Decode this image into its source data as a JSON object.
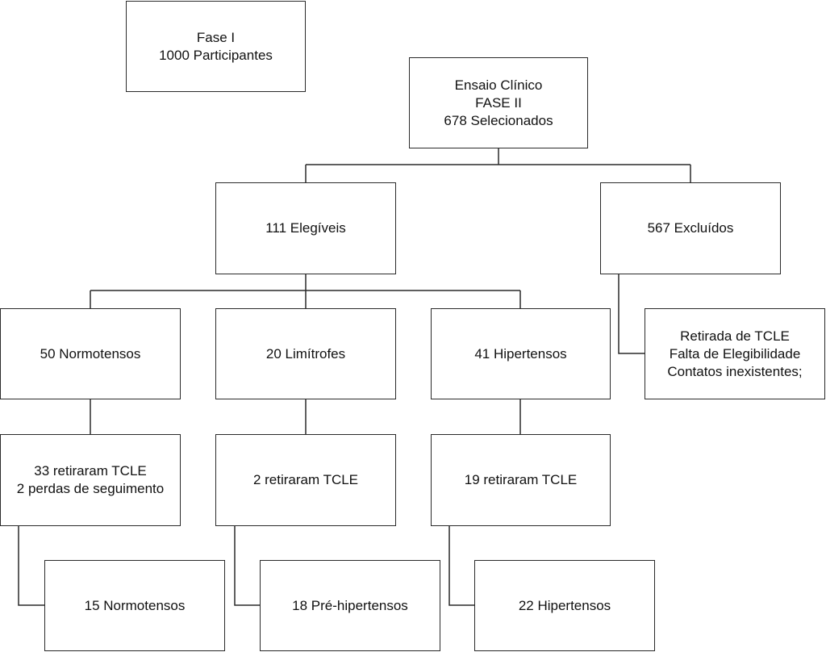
{
  "phase1": {
    "line1": "Fase I",
    "line2": "1000 Participantes"
  },
  "trial": {
    "line1": "Ensaio Clínico",
    "line2": "FASE II",
    "line3": "678 Selecionados"
  },
  "eligible": {
    "label": "111 Elegíveis"
  },
  "excluded": {
    "label": "567 Excluídos"
  },
  "exclusion_reasons": {
    "line1": "Retirada de TCLE",
    "line2": "Falta de Elegibilidade",
    "line3": "Contatos inexistentes;"
  },
  "groups": {
    "normotensive": {
      "label": "50 Normotensos",
      "withdrawals_line1": "33 retiraram TCLE",
      "withdrawals_line2": "2 perdas de seguimento",
      "final": "15 Normotensos"
    },
    "borderline": {
      "label": "20 Limítrofes",
      "withdrawals_line1": "2 retiraram TCLE",
      "final": "18 Pré-hipertensos"
    },
    "hypertensive": {
      "label": "41 Hipertensos",
      "withdrawals_line1": "19 retiraram TCLE",
      "final": "22 Hipertensos"
    }
  }
}
